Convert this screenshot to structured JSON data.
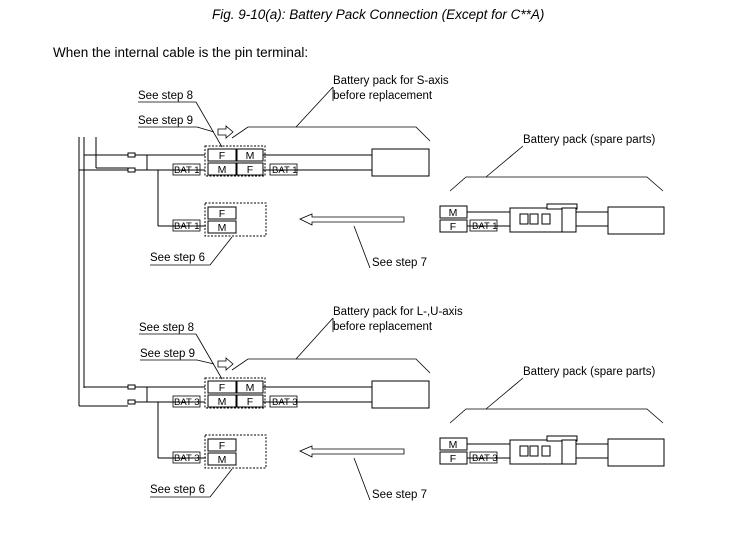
{
  "title": "Fig. 9-10(a): Battery Pack Connection (Except for C**A)",
  "subtitle": "When the internal cable is the pin terminal:",
  "sections": [
    {
      "step8": "See step 8",
      "step9": "See step 9",
      "step6": "See step 6",
      "step7": "See step 7",
      "pack_label_1": "Battery pack for S-axis",
      "pack_label_2": "before replacement",
      "spare_label": "Battery pack (spare parts)",
      "bat_tag": "BAT 1",
      "connector_f": "F",
      "connector_m": "M"
    },
    {
      "step8": "See step 8",
      "step9": "See step 9",
      "step6": "See step 6",
      "step7": "See step 7",
      "pack_label_1": "Battery pack for L-,U-axis",
      "pack_label_2": "before replacement",
      "spare_label": "Battery pack (spare parts)",
      "bat_tag": "BAT 3",
      "connector_f": "F",
      "connector_m": "M"
    }
  ]
}
